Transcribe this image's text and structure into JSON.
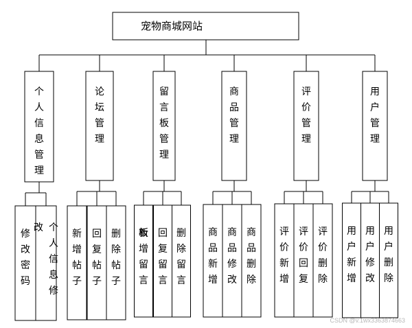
{
  "title": "宠物商城网站",
  "modules": [
    {
      "label": "个人信息管理",
      "children": [
        "修改密码",
        "个人信息修改"
      ]
    },
    {
      "label": "论坛管理",
      "children": [
        "新增帖子",
        "回复帖子",
        "删除帖子"
      ]
    },
    {
      "label": "留言板管理",
      "children": [
        "新增留言板",
        "回复留言",
        "删除留言"
      ]
    },
    {
      "label": "商品管理",
      "children": [
        "商品新增",
        "商品修改",
        "商品删除"
      ]
    },
    {
      "label": "评价管理",
      "children": [
        "评价新增",
        "评价回复",
        "评价删除"
      ]
    },
    {
      "label": "用户管理",
      "children": [
        "用户新增",
        "用户修改",
        "用户删除"
      ]
    }
  ],
  "watermark": "CSDN @v.1wx3363874663"
}
